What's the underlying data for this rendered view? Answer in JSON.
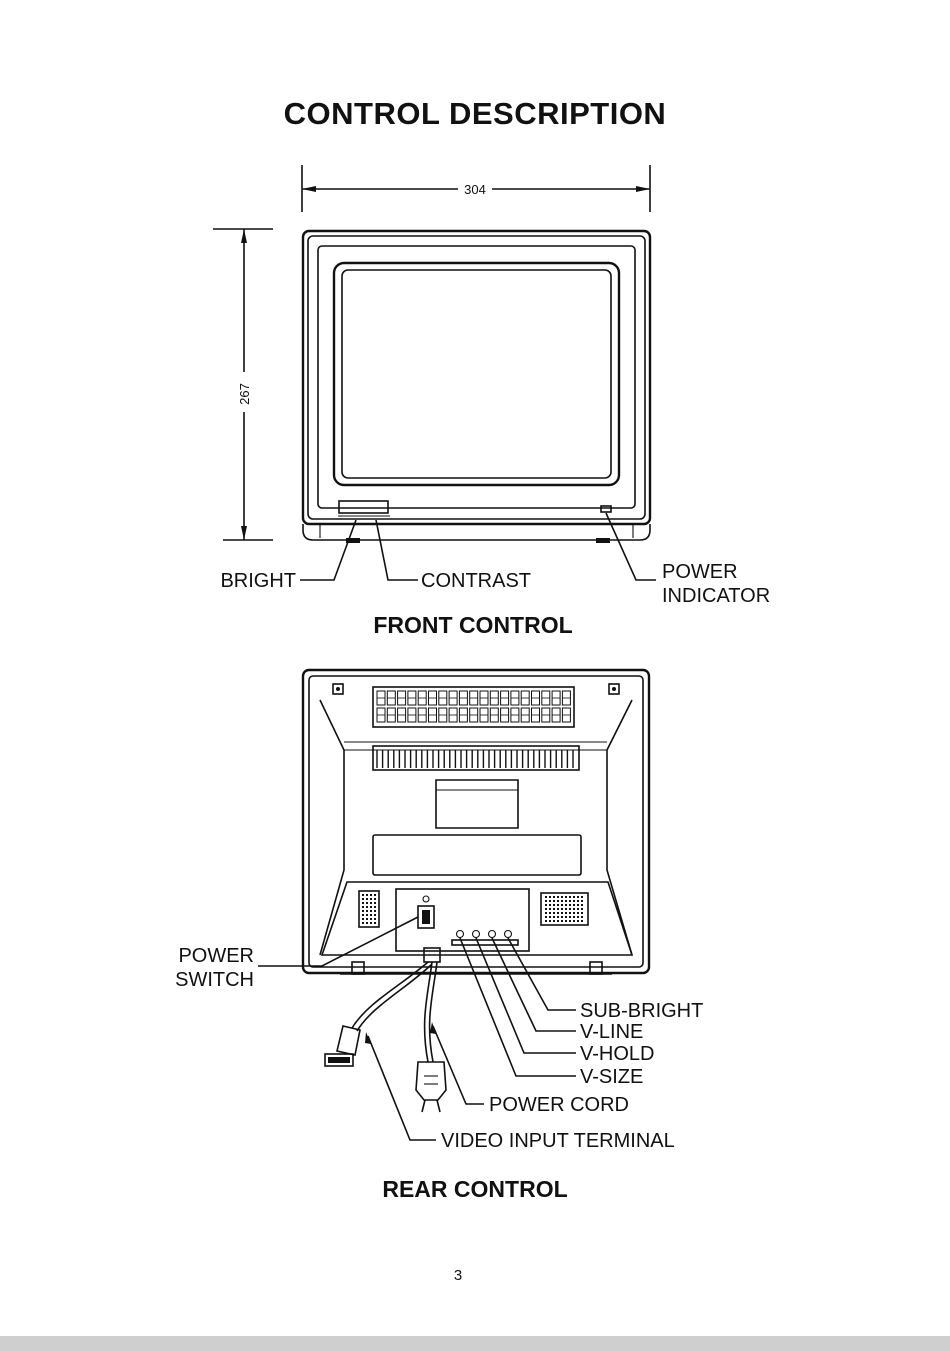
{
  "page": {
    "title": "CONTROL DESCRIPTION",
    "page_number": "3"
  },
  "front": {
    "heading": "FRONT CONTROL",
    "width_dim": "304",
    "height_dim": "267",
    "labels": {
      "bright": "BRIGHT",
      "contrast": "CONTRAST",
      "power_indicator_1": "POWER",
      "power_indicator_2": "INDICATOR"
    }
  },
  "rear": {
    "heading": "REAR CONTROL",
    "labels": {
      "power_switch_1": "POWER",
      "power_switch_2": "SWITCH",
      "sub_bright": "SUB-BRIGHT",
      "v_line": "V-LINE",
      "v_hold": "V-HOLD",
      "v_size": "V-SIZE",
      "power_cord": "POWER CORD",
      "video_input": "VIDEO INPUT TERMINAL"
    }
  }
}
